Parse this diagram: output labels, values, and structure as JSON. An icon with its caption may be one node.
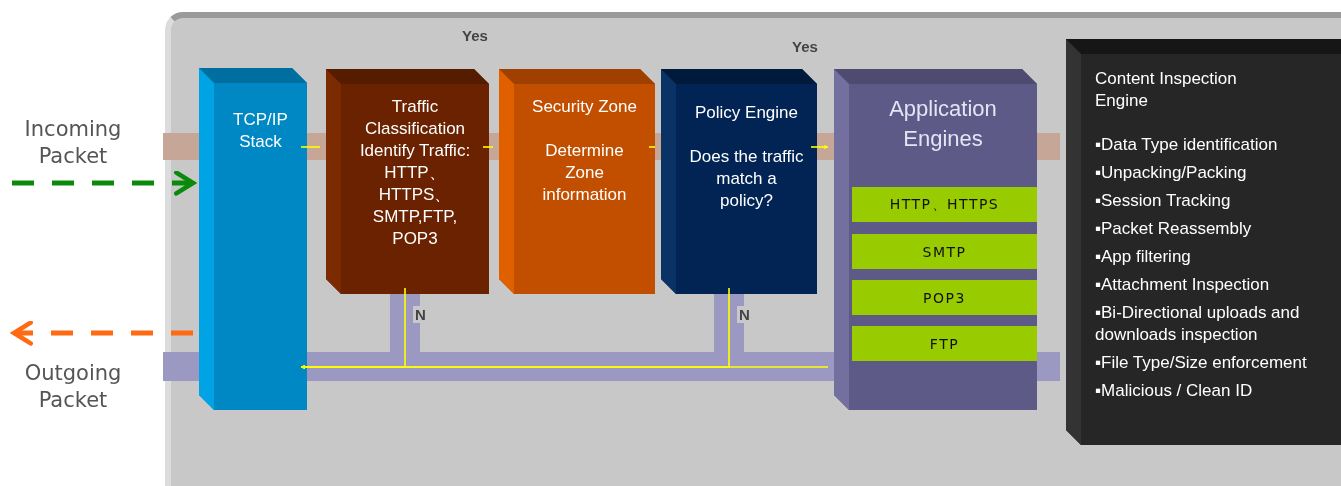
{
  "diagram": {
    "nodes": [
      {
        "text": [],
        "shape": "box"
      },
      {
        "text": [
          "TCP/IP Stack"
        ],
        "in": 0
      },
      {
        "text": [
          "Traffic Classification Identify Traffic: HTTP、 HTTPS、 SMTP,FTP, POP3"
        ],
        "in": 0
      },
      {
        "text": [
          "Security Zone",
          "Determine Zone information"
        ],
        "in": 0
      },
      {
        "text": [
          "Policy Engine",
          "Does the traffic match a policy?"
        ],
        "in": 0
      },
      {
        "text": [
          "Application Engines"
        ],
        "in": 0
      },
      {
        "text": [
          "HTTP、HTTPS"
        ],
        "in": 5
      },
      {
        "text": [
          "SMTP"
        ],
        "in": 5
      },
      {
        "text": [
          "POP3"
        ],
        "in": 5
      },
      {
        "text": [
          "FTP"
        ],
        "in": 5
      },
      {
        "text": [
          "Content Inspection Engine",
          "▪Data Type identification",
          "▪Unpacking/Packing",
          "▪Session Tracking",
          "▪Packet Reassembly",
          "▪App filtering",
          "▪Attachment Inspection",
          "▪Bi-Directional uploads and downloads inspection",
          "▪File Type/Size enforcement",
          "▪Malicious / Clean ID"
        ],
        "in": 0
      }
    ],
    "edges": [
      {
        "from": null,
        "to": 1,
        "arrow": "to",
        "style": "dashed",
        "color": "#0a8a0a"
      },
      {
        "from": 1,
        "to": null,
        "arrow": "to",
        "style": "dashed",
        "color": "#ff6a13"
      },
      {
        "from": 1,
        "to": 2,
        "arrow": "none"
      },
      {
        "from": 2,
        "to": 3,
        "arrow": "none"
      },
      {
        "from": 3,
        "to": 4,
        "arrow": "none"
      },
      {
        "from": 4,
        "to": 5,
        "arrow": "to"
      },
      {
        "from": 5,
        "to": 1,
        "arrow": "to"
      },
      {
        "from": 2,
        "to": 1,
        "arrow": "to",
        "label": "N"
      },
      {
        "from": 4,
        "to": 1,
        "arrow": "to",
        "label": "N"
      }
    ],
    "labels": [
      "Yes",
      "Yes",
      "Incoming Packet",
      "Outgoing Packet"
    ]
  }
}
